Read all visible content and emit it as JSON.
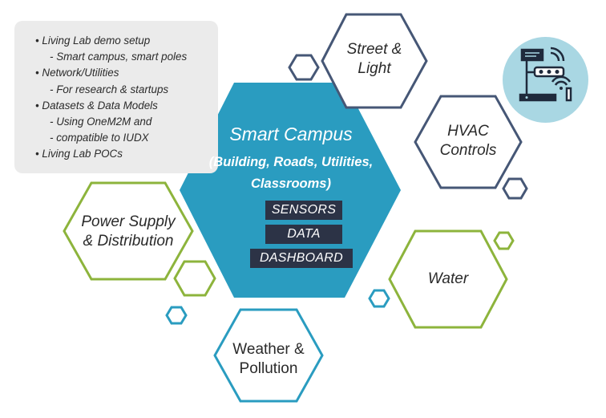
{
  "info_box": {
    "items": [
      {
        "level": "main",
        "text": "Living Lab demo setup"
      },
      {
        "level": "sub",
        "text": "Smart campus, smart poles"
      },
      {
        "level": "main",
        "text": "Network/Utilities"
      },
      {
        "level": "sub",
        "text": "For research & startups"
      },
      {
        "level": "main",
        "text": "Datasets & Data Models"
      },
      {
        "level": "sub",
        "text": "Using OneM2M and"
      },
      {
        "level": "sub",
        "text": "compatible to IUDX"
      },
      {
        "level": "main",
        "text": "Living Lab POCs"
      }
    ]
  },
  "center": {
    "title": "Smart Campus",
    "subtitle_lines": [
      "(Building, Roads, Utilities,",
      "Classrooms)"
    ],
    "pills": [
      "SENSORS",
      "DATA",
      "DASHBOARD"
    ],
    "fill_color": "#2a9cc0",
    "pill_color": "#2c3346"
  },
  "hexagons": {
    "street_light": {
      "lines": [
        "Street &",
        "Light"
      ],
      "color": "#465776"
    },
    "hvac": {
      "lines": [
        "HVAC",
        "Controls"
      ],
      "color": "#465776"
    },
    "power": {
      "lines": [
        "Power Supply",
        "& Distribution"
      ],
      "color": "#8db43c"
    },
    "water": {
      "lines": [
        "Water"
      ],
      "color": "#8db43c"
    },
    "weather": {
      "lines": [
        "Weather &",
        "Pollution"
      ],
      "color": "#2a9cc0"
    }
  },
  "icon": {
    "name": "smart-pole-icon",
    "circle_color": "#a9d7e3"
  }
}
